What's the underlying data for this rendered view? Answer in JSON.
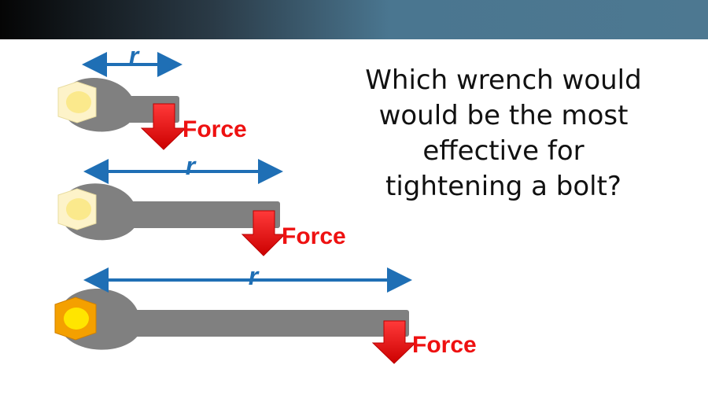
{
  "slide": {
    "question": "Which wrench would would be the most effective for tightening a bolt?"
  },
  "wrenches": [
    {
      "id": "short",
      "radius_label": "r",
      "force_label": "Force"
    },
    {
      "id": "medium",
      "radius_label": "r",
      "force_label": "Force"
    },
    {
      "id": "long",
      "radius_label": "r",
      "force_label": "Force"
    }
  ],
  "colors": {
    "header_dark": "#0a0a0a",
    "header_blue": "#4d7891",
    "wrench_gray": "#808080",
    "arrow_blue": "#1f6fb5",
    "force_red": "#ee1111",
    "bolt_pale": "#fbf1c2",
    "bolt_pale_center": "#fbe98c",
    "bolt_bright": "#f4a000",
    "bolt_bright_center": "#ffe500"
  }
}
